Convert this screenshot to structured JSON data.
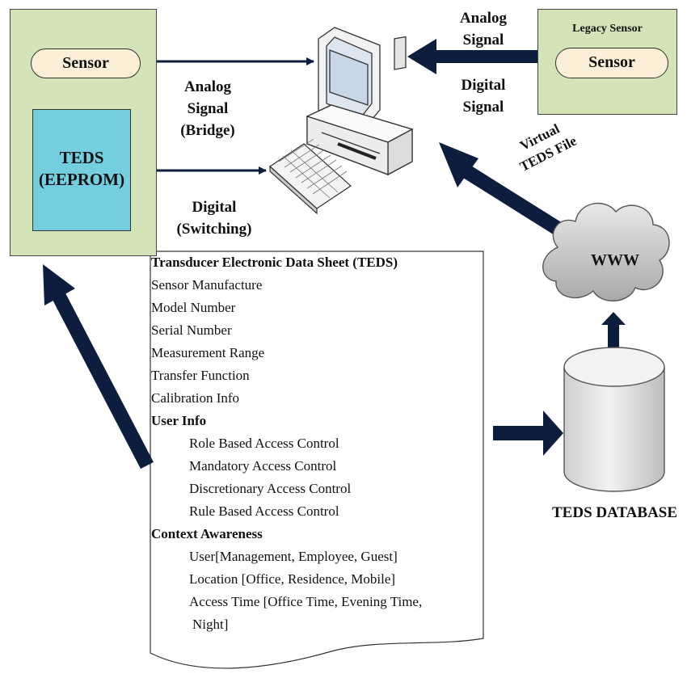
{
  "teds_node": {
    "sensor_label": "Sensor",
    "teds_label_line1": "TEDS",
    "teds_label_line2": "(EEPROM)"
  },
  "legacy_node": {
    "title": "Legacy Sensor",
    "sensor_label": "Sensor"
  },
  "edge_labels": {
    "analog_bridge_line1": "Analog",
    "analog_bridge_line2": "Signal",
    "analog_bridge_line3": "(Bridge)",
    "digital_switch_line1": "Digital",
    "digital_switch_line2": "(Switching)",
    "legacy_analog_line1": "Analog",
    "legacy_analog_line2": "Signal",
    "legacy_digital_line1": "Digital",
    "legacy_digital_line2": "Signal",
    "virtual_teds_line1": "Virtual",
    "virtual_teds_line2": "TEDS  File"
  },
  "cloud_label": "WWW",
  "database_label": "TEDS DATABASE",
  "teds_sheet": {
    "title": "Transducer Electronic Data Sheet (TEDS)",
    "fields": [
      "Sensor Manufacture",
      "Model Number",
      "Serial Number",
      "Measurement Range",
      "Transfer Function",
      "Calibration Info"
    ],
    "user_info_heading": "User Info",
    "user_info_items": [
      "Role Based Access Control",
      "Mandatory Access Control",
      "Discretionary Access Control",
      "Rule Based Access Control"
    ],
    "context_heading": "Context Awareness",
    "context_items": [
      "User[Management, Employee, Guest]",
      "Location [Office, Residence, Mobile]",
      "Access Time [Office Time, Evening Time,"
    ],
    "context_items_continued": "Night]"
  },
  "colors": {
    "panel_green": "#d3e4b8",
    "sensor_fill": "#fcefd8",
    "teds_blue": "#73cedf",
    "arrow_navy": "#0d1d3d",
    "cloud_gray": "#c9c9c9",
    "db_gray": "#e2e2e2"
  },
  "icons": {
    "computer": "desktop-computer-icon",
    "keyboard": "keyboard-icon",
    "cloud": "cloud-icon",
    "database": "database-cylinder-icon"
  }
}
